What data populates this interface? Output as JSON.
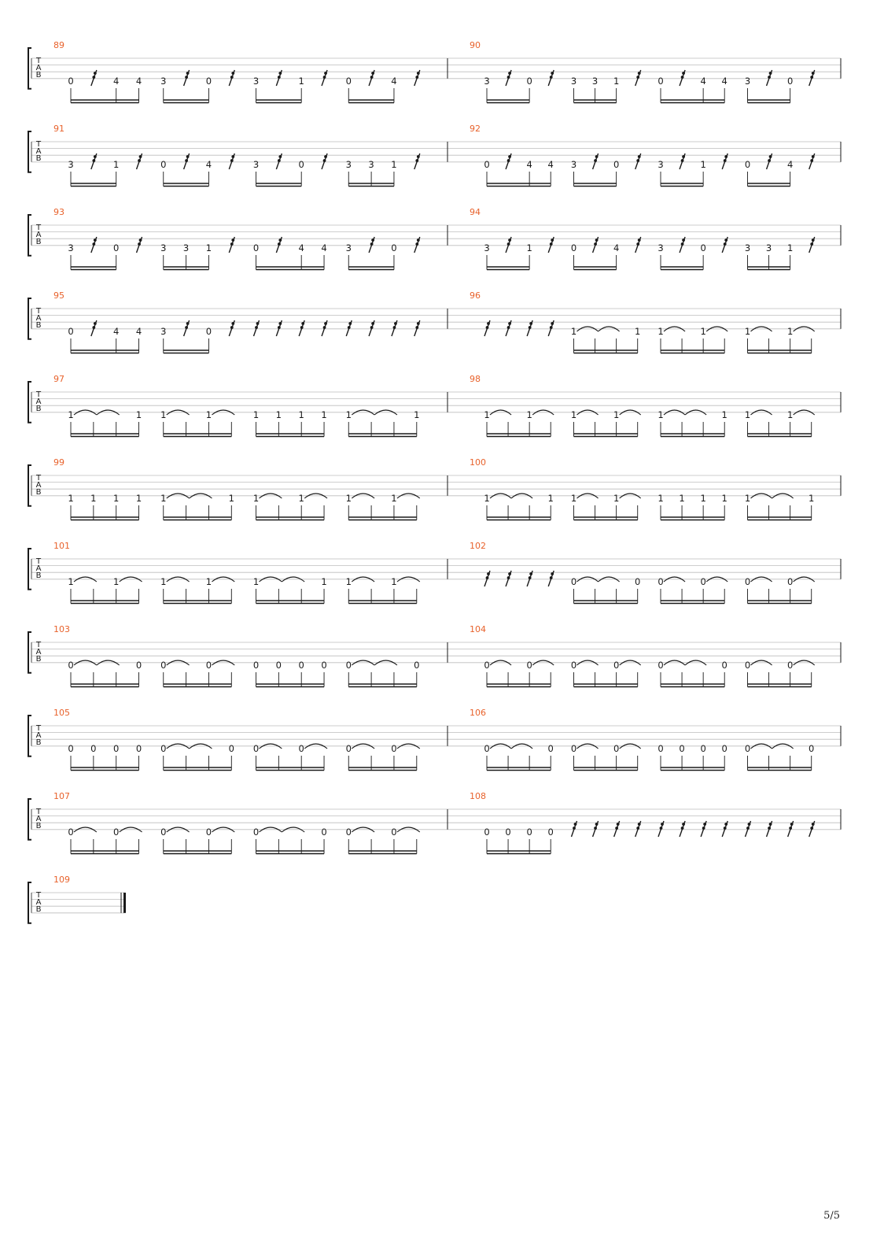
{
  "score": {
    "tab_clef": [
      "T",
      "A",
      "B"
    ],
    "systems": [
      {
        "measures": [
          {
            "number": "89",
            "beats": [
              [
                "0",
                "r",
                "4",
                "4"
              ],
              [
                "3",
                "r",
                "0",
                "r"
              ],
              [
                "3",
                "r",
                "1",
                "r"
              ],
              [
                "0",
                "r",
                "4",
                "r"
              ]
            ]
          },
          {
            "number": "90",
            "beats": [
              [
                "3",
                "r",
                "0",
                "r"
              ],
              [
                "3",
                "3",
                "1",
                "r"
              ],
              [
                "0",
                "r",
                "4",
                "4"
              ],
              [
                "3",
                "r",
                "0",
                "r"
              ]
            ]
          }
        ]
      },
      {
        "measures": [
          {
            "number": "91",
            "beats": [
              [
                "3",
                "r",
                "1",
                "r"
              ],
              [
                "0",
                "r",
                "4",
                "r"
              ],
              [
                "3",
                "r",
                "0",
                "r"
              ],
              [
                "3",
                "3",
                "1",
                "r"
              ]
            ]
          },
          {
            "number": "92",
            "beats": [
              [
                "0",
                "r",
                "4",
                "4"
              ],
              [
                "3",
                "r",
                "0",
                "r"
              ],
              [
                "3",
                "r",
                "1",
                "r"
              ],
              [
                "0",
                "r",
                "4",
                "r"
              ]
            ]
          }
        ]
      },
      {
        "measures": [
          {
            "number": "93",
            "beats": [
              [
                "3",
                "r",
                "0",
                "r"
              ],
              [
                "3",
                "3",
                "1",
                "r"
              ],
              [
                "0",
                "r",
                "4",
                "4"
              ],
              [
                "3",
                "r",
                "0",
                "r"
              ]
            ]
          },
          {
            "number": "94",
            "beats": [
              [
                "3",
                "r",
                "1",
                "r"
              ],
              [
                "0",
                "r",
                "4",
                "r"
              ],
              [
                "3",
                "r",
                "0",
                "r"
              ],
              [
                "3",
                "3",
                "1",
                "r"
              ]
            ]
          }
        ]
      },
      {
        "measures": [
          {
            "number": "95",
            "beats": [
              [
                "0",
                "r",
                "4",
                "4"
              ],
              [
                "3",
                "r",
                "0",
                "r"
              ],
              [
                "r",
                "r",
                "r",
                "r"
              ],
              [
                "r",
                "r",
                "r",
                "r"
              ]
            ]
          },
          {
            "number": "96",
            "beats": [
              [
                "r",
                "r",
                "r",
                "r"
              ],
              [
                "1",
                "~",
                "~",
                "1"
              ],
              [
                "1",
                "~",
                "1",
                "~"
              ],
              [
                "1",
                "~",
                "1",
                "~"
              ]
            ]
          }
        ]
      },
      {
        "measures": [
          {
            "number": "97",
            "beats": [
              [
                "1",
                "~",
                "~",
                "1"
              ],
              [
                "1",
                "~",
                "1",
                "~"
              ],
              [
                "1",
                "1",
                "1",
                "1"
              ],
              [
                "1",
                "~",
                "~",
                "1"
              ]
            ]
          },
          {
            "number": "98",
            "beats": [
              [
                "1",
                "~",
                "1",
                "~"
              ],
              [
                "1",
                "~",
                "1",
                "~"
              ],
              [
                "1",
                "~",
                "~",
                "1"
              ],
              [
                "1",
                "~",
                "1",
                "~"
              ]
            ]
          }
        ]
      },
      {
        "measures": [
          {
            "number": "99",
            "beats": [
              [
                "1",
                "1",
                "1",
                "1"
              ],
              [
                "1",
                "~",
                "~",
                "1"
              ],
              [
                "1",
                "~",
                "1",
                "~"
              ],
              [
                "1",
                "~",
                "1",
                "~"
              ]
            ]
          },
          {
            "number": "100",
            "beats": [
              [
                "1",
                "~",
                "~",
                "1"
              ],
              [
                "1",
                "~",
                "1",
                "~"
              ],
              [
                "1",
                "1",
                "1",
                "1"
              ],
              [
                "1",
                "~",
                "~",
                "1"
              ]
            ]
          }
        ]
      },
      {
        "measures": [
          {
            "number": "101",
            "beats": [
              [
                "1",
                "~",
                "1",
                "~"
              ],
              [
                "1",
                "~",
                "1",
                "~"
              ],
              [
                "1",
                "~",
                "~",
                "1"
              ],
              [
                "1",
                "~",
                "1",
                "~"
              ]
            ]
          },
          {
            "number": "102",
            "beats": [
              [
                "r",
                "r",
                "r",
                "r"
              ],
              [
                "0",
                "~",
                "~",
                "0"
              ],
              [
                "0",
                "~",
                "0",
                "~"
              ],
              [
                "0",
                "~",
                "0",
                "~"
              ]
            ]
          }
        ]
      },
      {
        "measures": [
          {
            "number": "103",
            "beats": [
              [
                "0",
                "~",
                "~",
                "0"
              ],
              [
                "0",
                "~",
                "0",
                "~"
              ],
              [
                "0",
                "0",
                "0",
                "0"
              ],
              [
                "0",
                "~",
                "~",
                "0"
              ]
            ]
          },
          {
            "number": "104",
            "beats": [
              [
                "0",
                "~",
                "0",
                "~"
              ],
              [
                "0",
                "~",
                "0",
                "~"
              ],
              [
                "0",
                "~",
                "~",
                "0"
              ],
              [
                "0",
                "~",
                "0",
                "~"
              ]
            ]
          }
        ]
      },
      {
        "measures": [
          {
            "number": "105",
            "beats": [
              [
                "0",
                "0",
                "0",
                "0"
              ],
              [
                "0",
                "~",
                "~",
                "0"
              ],
              [
                "0",
                "~",
                "0",
                "~"
              ],
              [
                "0",
                "~",
                "0",
                "~"
              ]
            ]
          },
          {
            "number": "106",
            "beats": [
              [
                "0",
                "~",
                "~",
                "0"
              ],
              [
                "0",
                "~",
                "0",
                "~"
              ],
              [
                "0",
                "0",
                "0",
                "0"
              ],
              [
                "0",
                "~",
                "~",
                "0"
              ]
            ]
          }
        ]
      },
      {
        "measures": [
          {
            "number": "107",
            "beats": [
              [
                "0",
                "~",
                "0",
                "~"
              ],
              [
                "0",
                "~",
                "0",
                "~"
              ],
              [
                "0",
                "~",
                "~",
                "0"
              ],
              [
                "0",
                "~",
                "0",
                "~"
              ]
            ]
          },
          {
            "number": "108",
            "beats": [
              [
                "0",
                "0",
                "0",
                "0"
              ],
              [
                "r",
                "r",
                "r",
                "r"
              ],
              [
                "r",
                "r",
                "r",
                "r"
              ],
              [
                "r",
                "r",
                "r",
                "r"
              ]
            ]
          }
        ]
      },
      {
        "measures": [
          {
            "number": "109",
            "beats": [],
            "final": true
          }
        ]
      }
    ]
  },
  "page_number": "5/5",
  "colors": {
    "measure_number": "#e8622c",
    "staff_line": "#bdbdbd",
    "ink": "#1a1a1a"
  }
}
